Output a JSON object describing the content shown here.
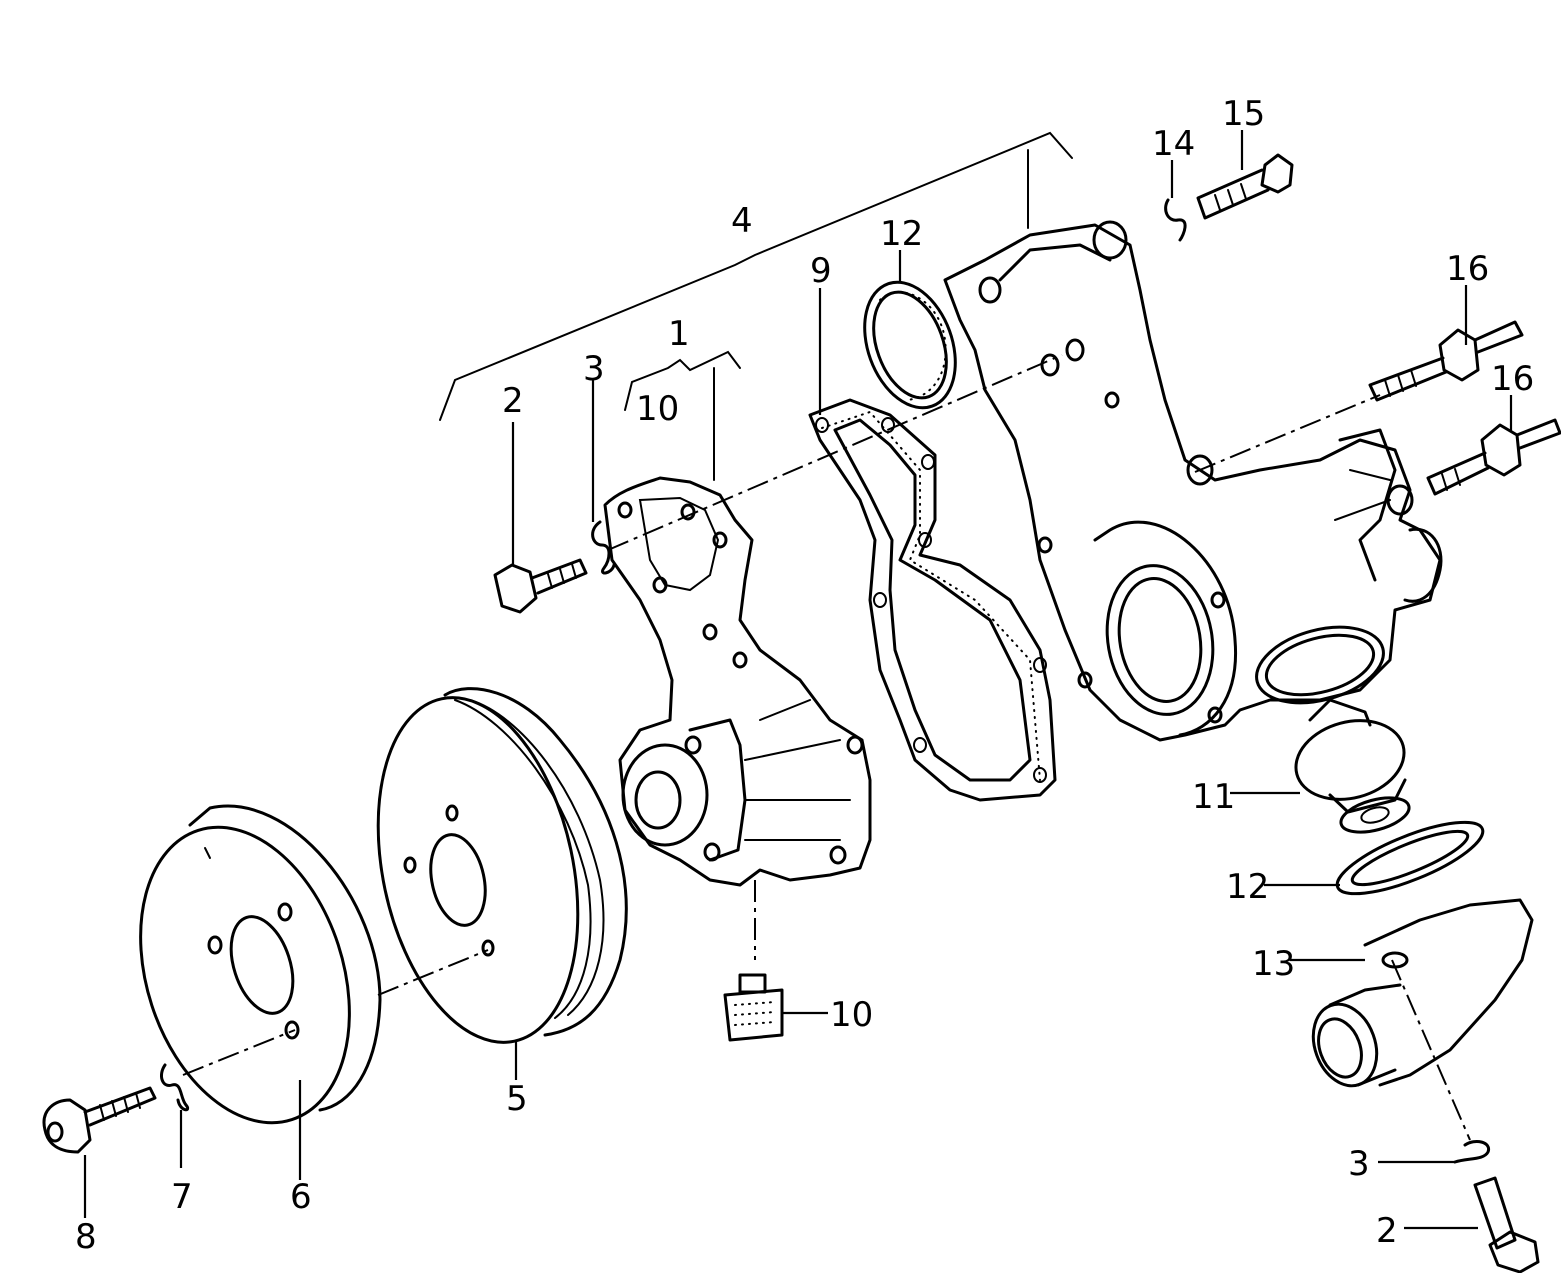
{
  "callouts": {
    "c1": "1",
    "c2_bolt_left": "2",
    "c2_bolt_right": "2",
    "c3_washer_left": "3",
    "c3_washer_right": "3",
    "c4": "4",
    "c5": "5",
    "c6": "6",
    "c7": "7",
    "c8": "8",
    "c9": "9",
    "c10_bracket": "10",
    "c10_plug": "10",
    "c11": "11",
    "c12_gasket_top": "12",
    "c12_gasket_right": "12",
    "c13": "13",
    "c14": "14",
    "c15": "15",
    "c16_upper": "16",
    "c16_lower": "16"
  }
}
